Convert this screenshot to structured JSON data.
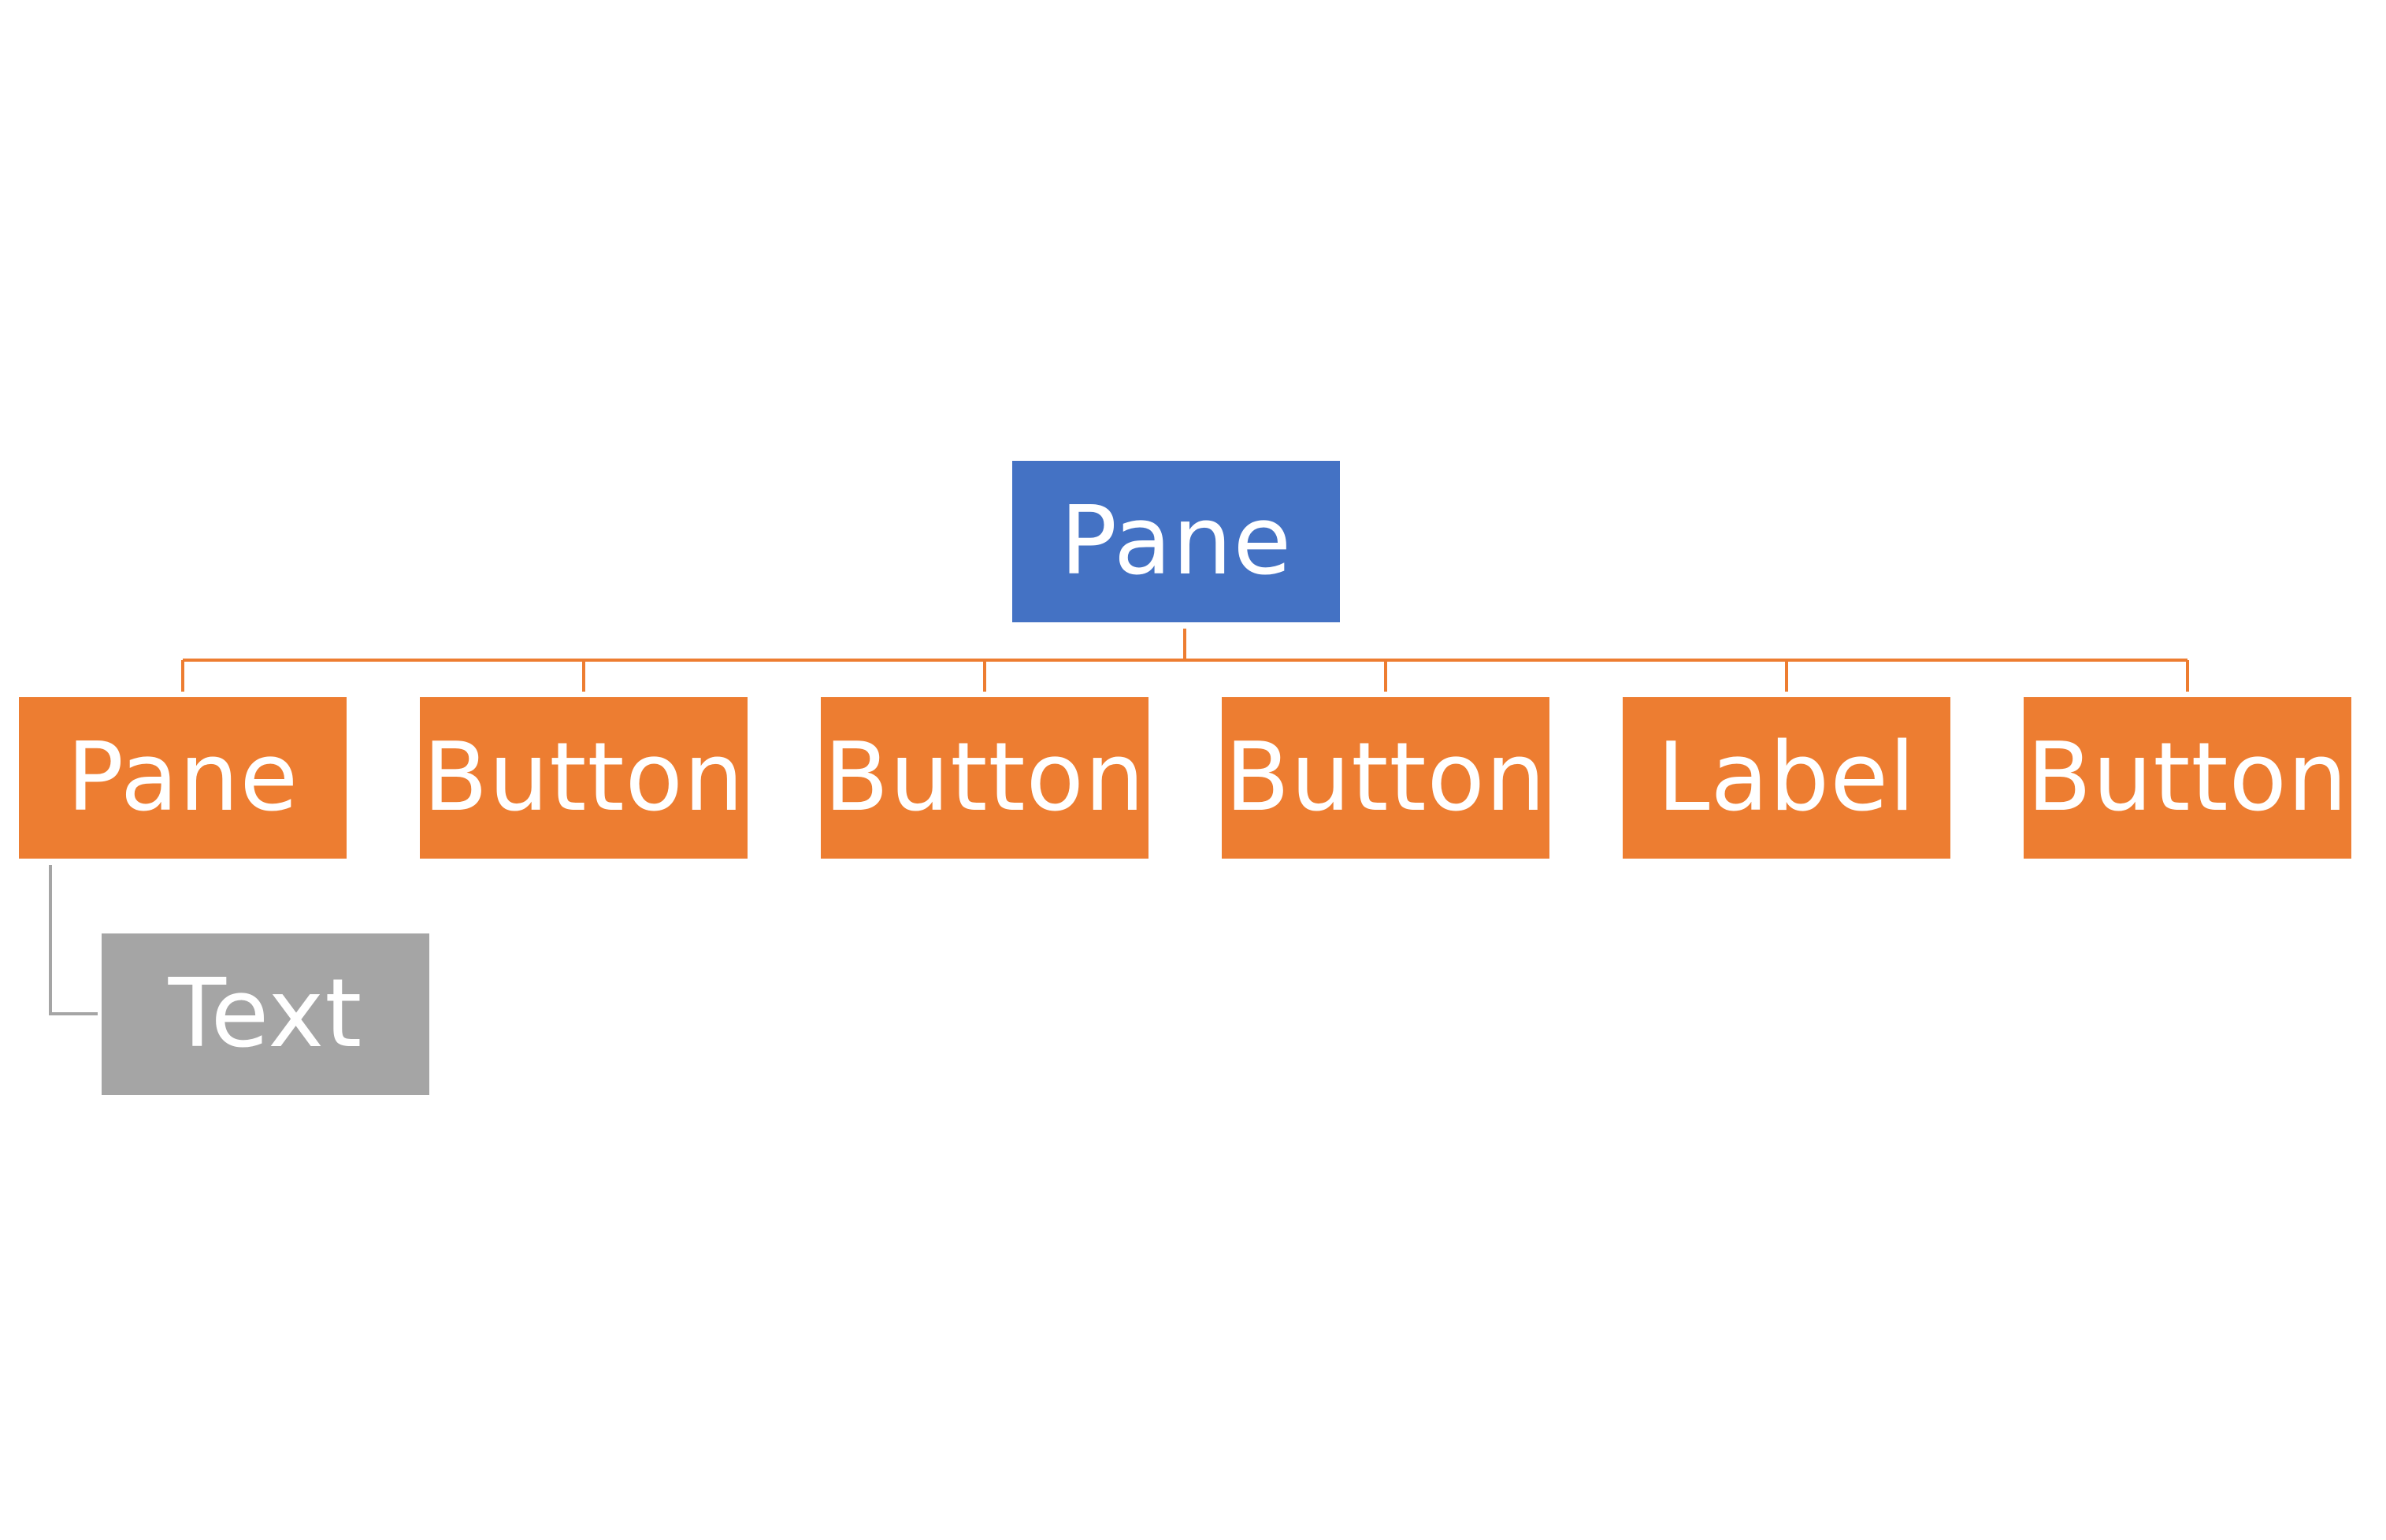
{
  "diagram": {
    "root": {
      "label": "Pane",
      "color": "#4472C4"
    },
    "children": [
      {
        "label": "Pane",
        "color": "#ED7D31"
      },
      {
        "label": "Button",
        "color": "#ED7D31"
      },
      {
        "label": "Button",
        "color": "#ED7D31"
      },
      {
        "label": "Button",
        "color": "#ED7D31"
      },
      {
        "label": "Label",
        "color": "#ED7D31"
      },
      {
        "label": "Button",
        "color": "#ED7D31"
      }
    ],
    "grandchild": {
      "label": "Text",
      "color": "#A5A5A5"
    },
    "connector_colors": {
      "primary": "#ED7D31",
      "secondary": "#A5A5A5"
    }
  }
}
